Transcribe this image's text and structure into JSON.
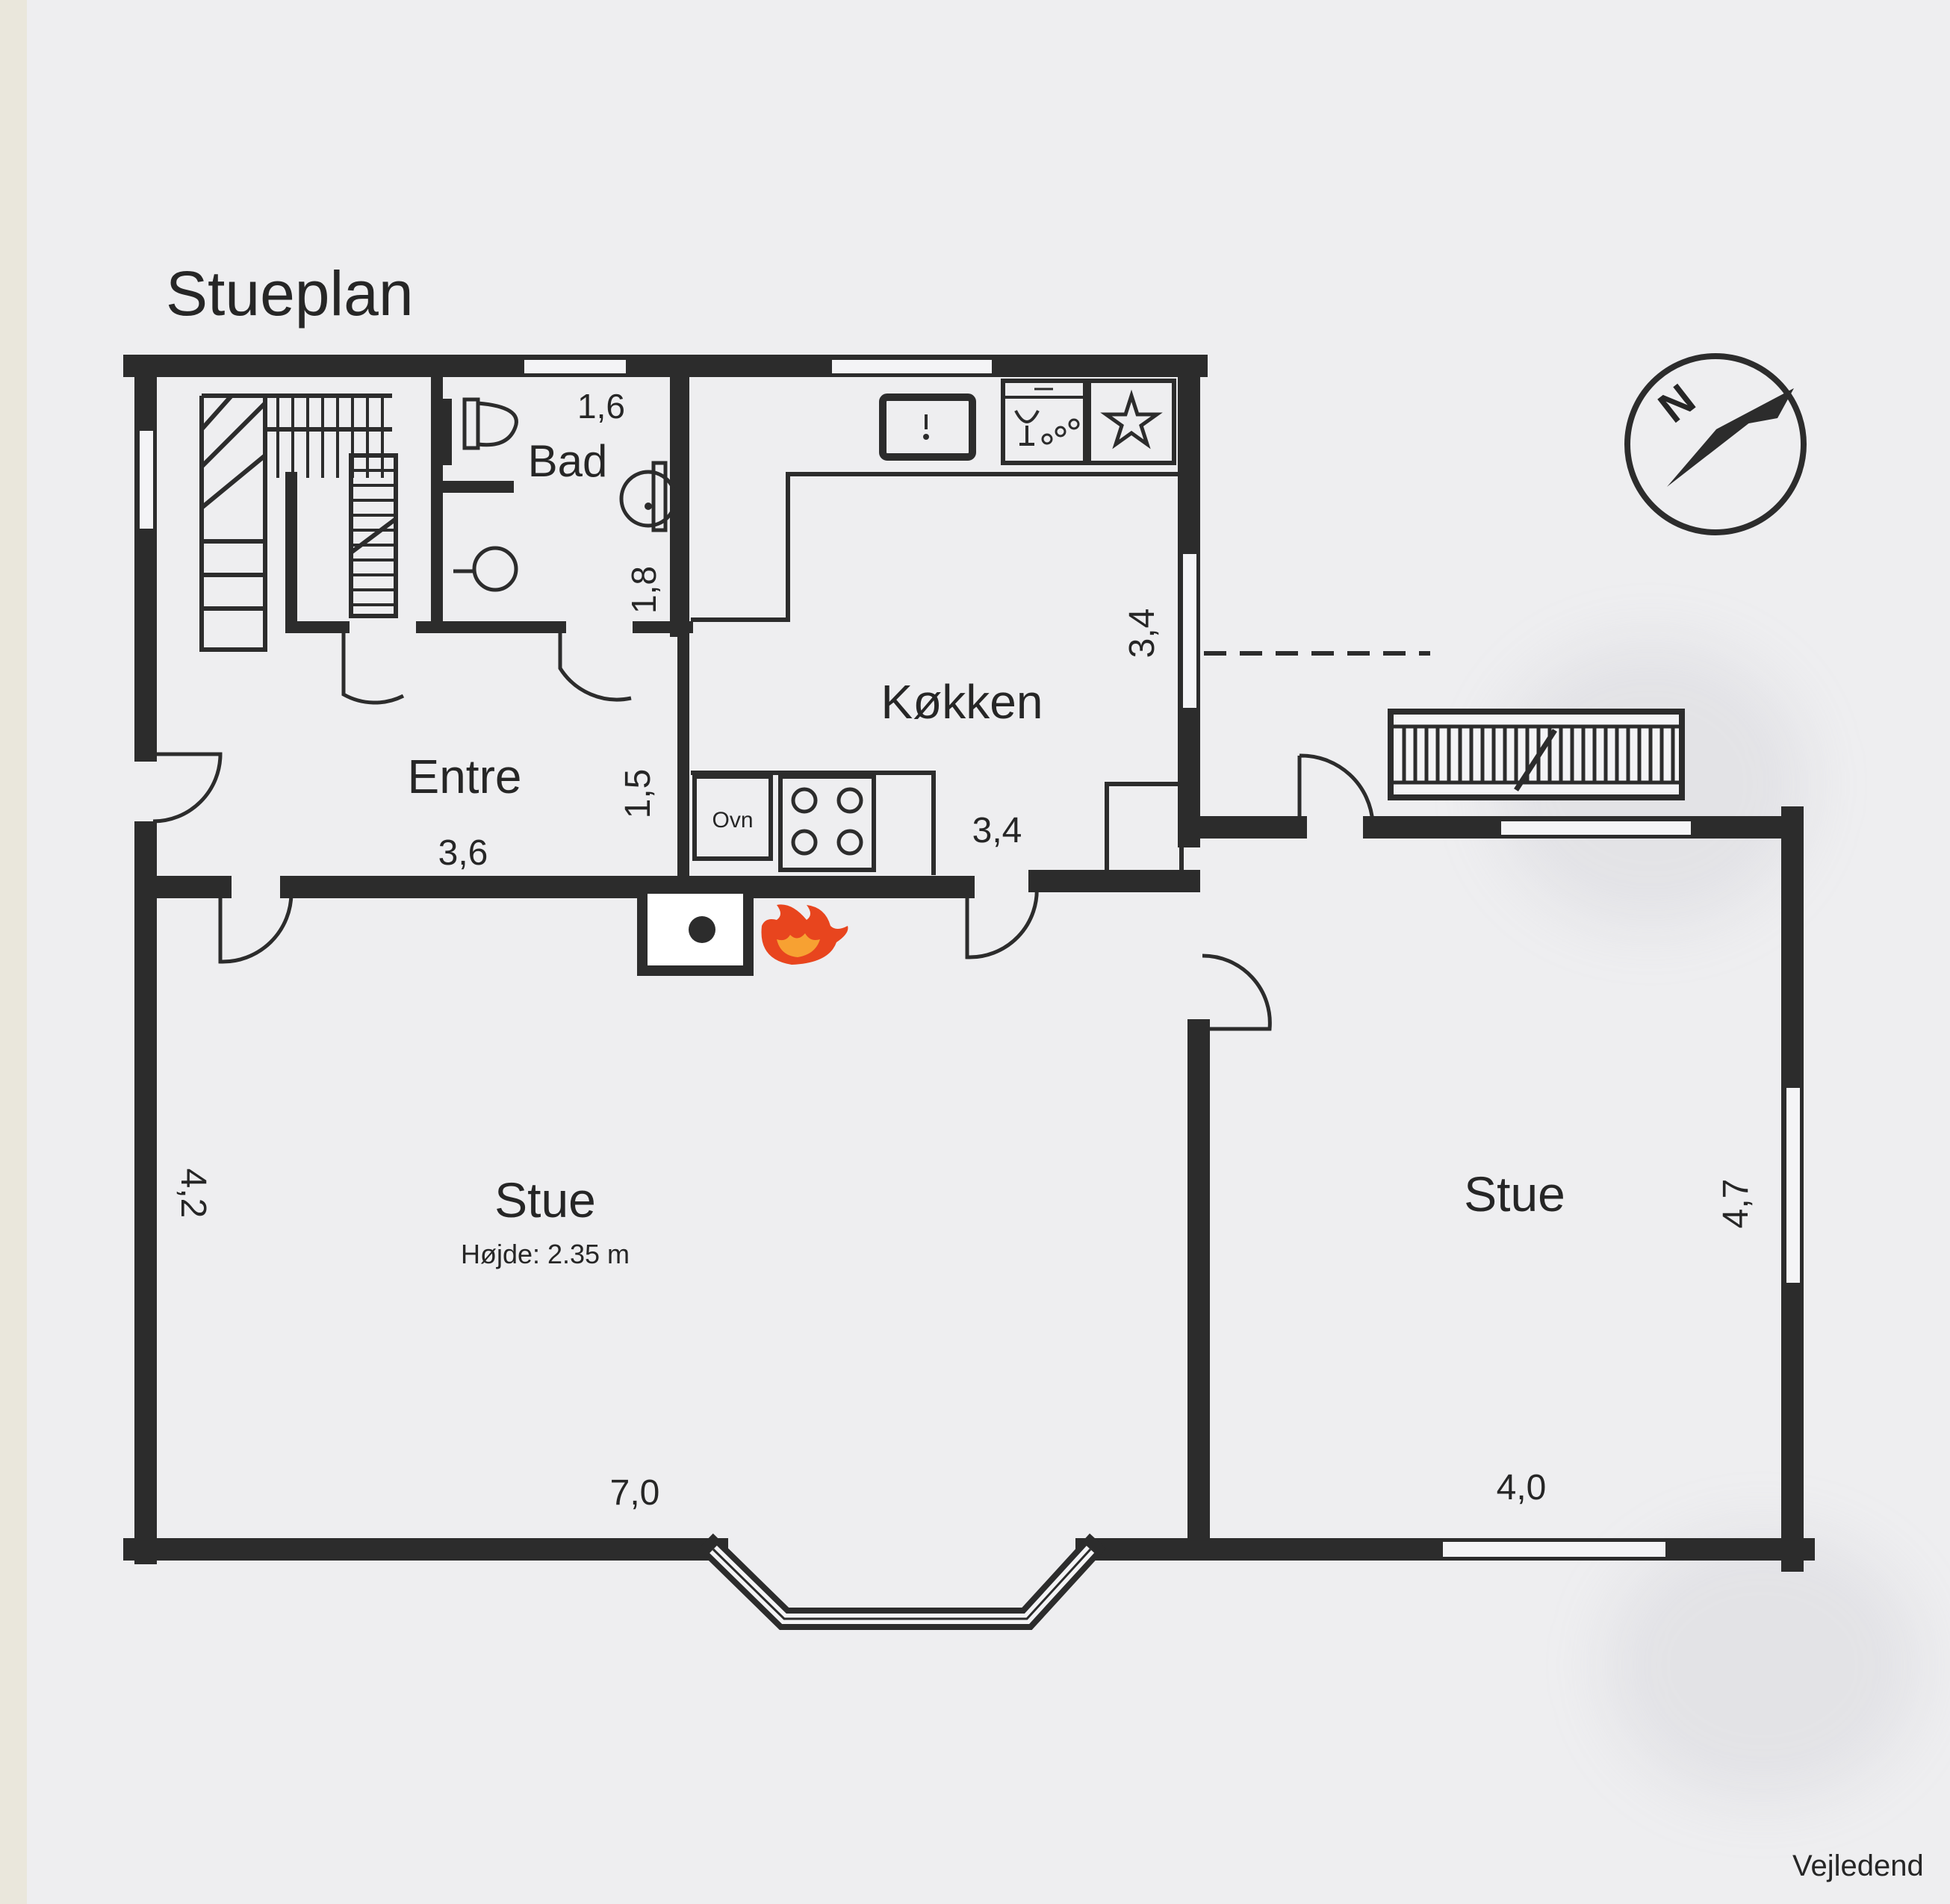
{
  "title": "Stueplan",
  "rooms": {
    "bad": {
      "name": "Bad",
      "width": "1,6",
      "depth": "1,8"
    },
    "entre": {
      "name": "Entre",
      "width": "3,6",
      "depth": "1,5"
    },
    "kokken": {
      "name": "Køkken",
      "width": "3,4",
      "depth": "3,4"
    },
    "stue1": {
      "name": "Stue",
      "height_label": "Højde: 2.35 m",
      "width": "7,0",
      "depth": "4,2"
    },
    "stue2": {
      "name": "Stue",
      "width": "4,0",
      "depth": "4,7"
    }
  },
  "appliances": {
    "oven": "Ovn"
  },
  "compass": {
    "letter": "N"
  },
  "footer_text": "Vejledend",
  "colors": {
    "wall": "#2c2c2c",
    "background": "#eeeef0",
    "fire": "#e8451e"
  }
}
